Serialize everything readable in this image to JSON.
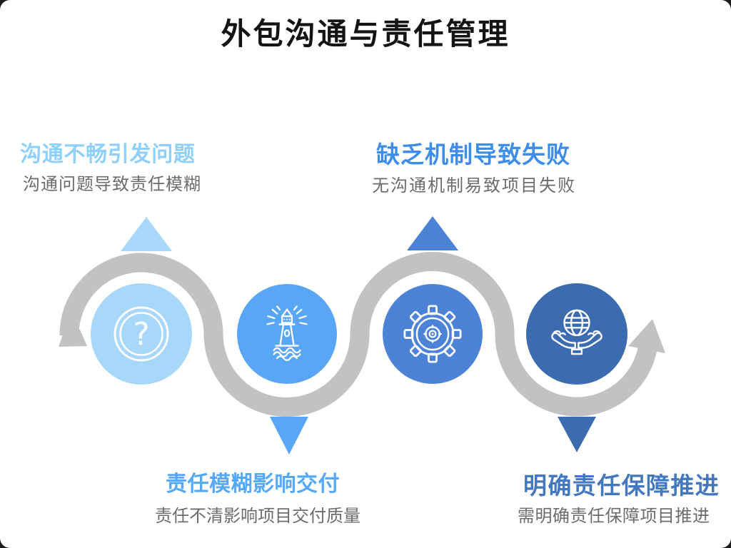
{
  "title": "外包沟通与责任管理",
  "colors": {
    "title": "#141414",
    "wave": "#C2C2C2",
    "subtitle": "#6C6C6C",
    "canvas": "#FFFFFF",
    "icon_stroke": "#FFFFFF"
  },
  "steps": [
    {
      "heading": "沟通不畅引发问题",
      "subtitle": "沟通问题导致责任模糊",
      "color": "#A7D7F9",
      "heading_color": "#8FD0FA",
      "icon": "question-icon",
      "arrow": "up",
      "label_position": "top-left"
    },
    {
      "heading": "责任模糊影响交付",
      "subtitle": "责任不清影响项目交付质量",
      "color": "#58A6F5",
      "heading_color": "#55A9F7",
      "icon": "lighthouse-icon",
      "arrow": "down",
      "label_position": "bottom-left"
    },
    {
      "heading": "缺乏机制导致失败",
      "subtitle": "无沟通机制易致项目失败",
      "color": "#4C83D6",
      "heading_color": "#3E8EE9",
      "icon": "gear-target-icon",
      "arrow": "up",
      "label_position": "top-right"
    },
    {
      "heading": "明确责任保障推进",
      "subtitle": "需明确责任保障项目推进",
      "color": "#3C6BAF",
      "heading_color": "#4377BE",
      "icon": "globe-hands-icon",
      "arrow": "down",
      "label_position": "bottom-right"
    }
  ]
}
